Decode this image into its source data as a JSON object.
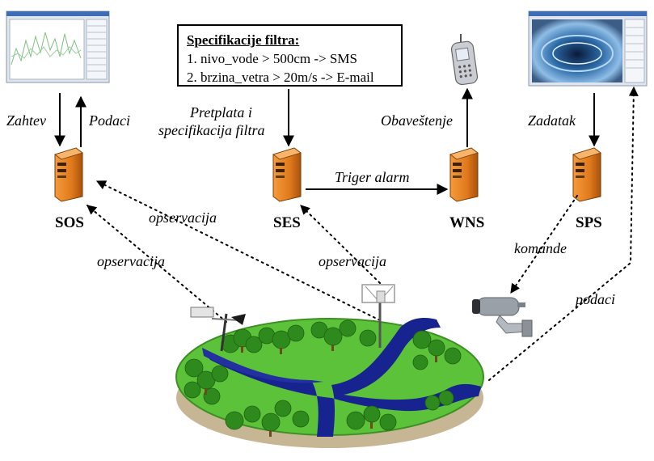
{
  "spec_box": {
    "title": "Specifikacije filtra:",
    "rules": [
      "1. nivo_vode > 500cm -> SMS",
      "2. brzina_vetra > 20m/s -> E-mail"
    ]
  },
  "nodes": {
    "sos": "SOS",
    "ses": "SES",
    "wns": "WNS",
    "sps": "SPS"
  },
  "edge_labels": {
    "zahtev": "Zahtev",
    "podaci_top": "Podaci",
    "pretplata_line1": "Pretplata i",
    "pretplata_line2": "specifikacija filtra",
    "obavestenje": "Obaveštenje",
    "zadatak": "Zadatak",
    "triger": "Triger alarm",
    "opservacija_1": "opservacija",
    "opservacija_2": "opservacija",
    "opservacija_3": "opservacija",
    "komande": "komande",
    "podaci_bottom": "podaci"
  },
  "colors": {
    "server": "#e07a1c",
    "server_dark": "#9a4a08",
    "land": "#5cc23a",
    "river": "#17238f",
    "tree": "#2f8a1e",
    "screen_frame": "#c9d6e6"
  }
}
